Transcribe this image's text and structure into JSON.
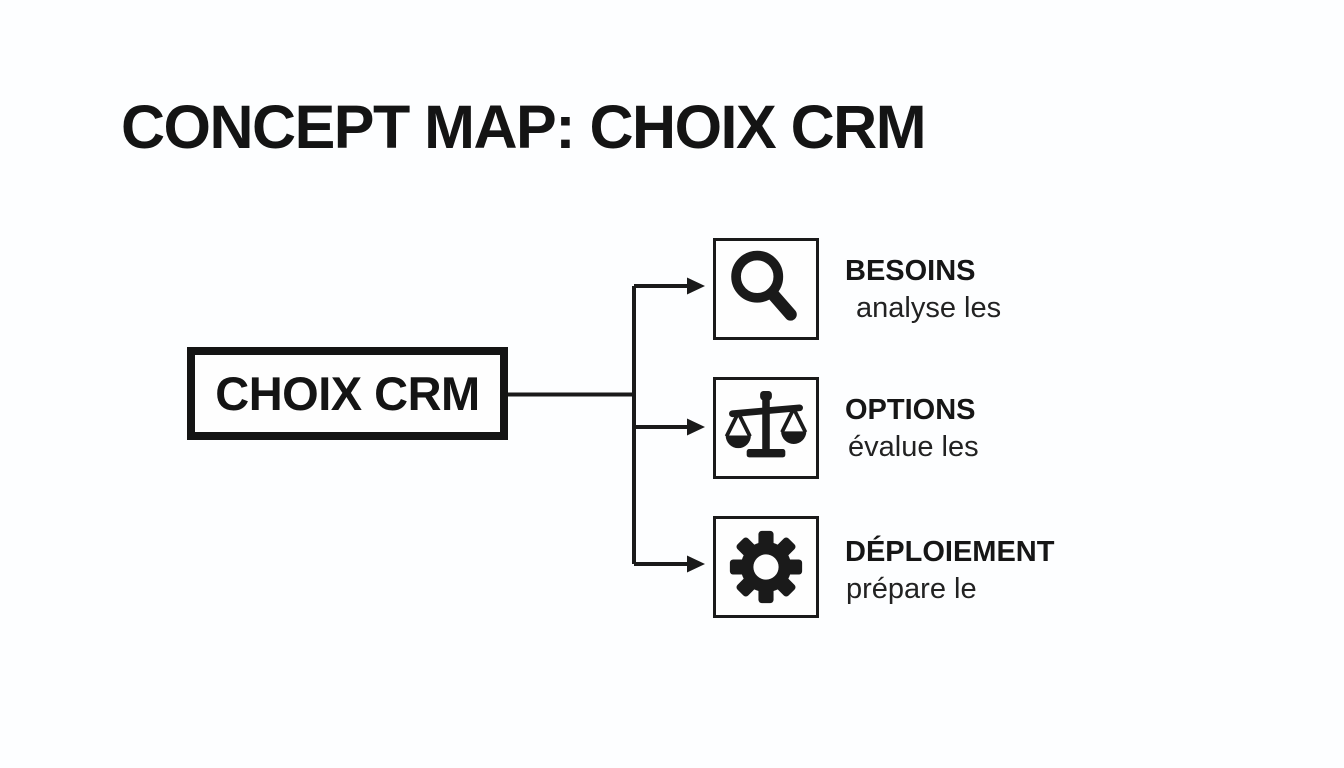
{
  "meta": {
    "background_color": "#fdfeff",
    "ink_color": "#1a1a1a"
  },
  "title": "CONCEPT MAP: CHOIX CRM",
  "root_node": {
    "label": "CHOIX CRM"
  },
  "branches": [
    {
      "icon": "search-icon",
      "label": "BESOINS",
      "sublabel": "analyse les"
    },
    {
      "icon": "balance-scale-icon",
      "label": "OPTIONS",
      "sublabel": "évalue les"
    },
    {
      "icon": "gear-icon",
      "label": "DÉPLOIEMENT",
      "sublabel": "prépare le"
    }
  ]
}
